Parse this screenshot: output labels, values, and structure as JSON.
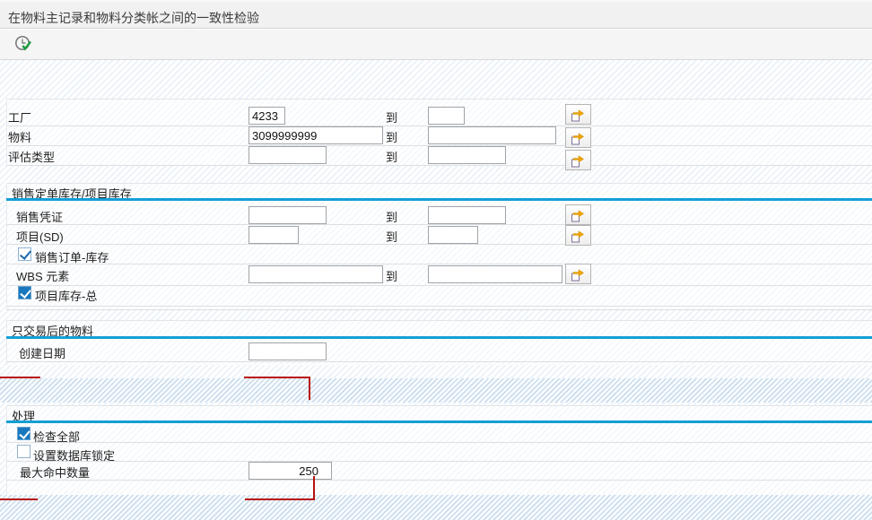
{
  "title": "在物料主记录和物料分类帐之间的一致性检验",
  "labels": {
    "to": "到"
  },
  "toolbar": {
    "execute_icon": "execute-clock-check"
  },
  "s1": {
    "rows": [
      {
        "label": "工厂",
        "value": "4233",
        "to_value": ""
      },
      {
        "label": "物料",
        "value": "3099999999",
        "to_value": ""
      },
      {
        "label": "评估类型",
        "value": "",
        "to_value": ""
      }
    ]
  },
  "s2": {
    "title": "销售定单库存/项目库存",
    "rows": [
      {
        "label": "销售凭证",
        "value": "",
        "to_value": ""
      },
      {
        "label": "项目(SD)",
        "value": "",
        "to_value": ""
      },
      {
        "label": "WBS 元素",
        "value": "",
        "to_value": ""
      }
    ],
    "checkboxes": [
      {
        "label": "销售订单-库存",
        "checked": true
      },
      {
        "label": "项目库存-总",
        "checked": true
      }
    ]
  },
  "s3": {
    "title": "只交易后的物料",
    "rows": [
      {
        "label": "创建日期",
        "value": ""
      }
    ]
  },
  "s4": {
    "title": "处理",
    "checkboxes": [
      {
        "label": "检查全部",
        "checked": true
      },
      {
        "label": "设置数据库锁定",
        "checked": false
      }
    ],
    "rows": [
      {
        "label": "最大命中数量",
        "value": "250"
      }
    ]
  },
  "icons": {
    "execute": "execute-clock-check",
    "multi_select": "multiple-selection-arrow"
  },
  "colors": {
    "accent_blue": "#149fd6",
    "checkbox_blue": "#1878bf",
    "arrow_orange": "#f0a400",
    "annotation_red": "#b90f0f"
  }
}
